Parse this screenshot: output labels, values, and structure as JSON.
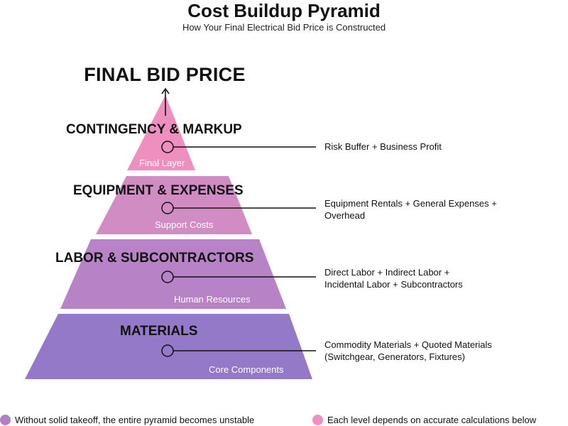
{
  "title": "Cost Buildup Pyramid",
  "subtitle": "How Your Final Electrical Bid Price is Constructed",
  "peak_label": "FINAL BID PRICE",
  "levels": [
    {
      "title": "CONTINGENCY &  MARKUP",
      "subtitle": "Final Layer",
      "description": [
        "Risk Buffer + Business Profit"
      ],
      "color": "#ef8fbf"
    },
    {
      "title": "EQUIPMENT & EXPENSES",
      "subtitle": "Support Costs",
      "description": [
        "Equipment Rentals + General Expenses +",
        "Overhead"
      ],
      "color": "#d28cc4"
    },
    {
      "title": "LABOR & SUBCONTRACTORS",
      "subtitle": "Human Resources",
      "description": [
        "Direct Labor + Indirect Labor +",
        "Incidental Labor + Subcontractors"
      ],
      "color": "#b783c6"
    },
    {
      "title": "MATERIALS",
      "subtitle": "Core Components",
      "description": [
        "Commodity Materials + Quoted Materials",
        "(Switchgear, Generators, Fixtures)"
      ],
      "color": "#9479c9"
    }
  ],
  "legend": [
    {
      "label": "Without solid takeoff, the entire pyramid becomes unstable",
      "color": "#b07fc5"
    },
    {
      "label": "Each level depends on accurate calculations below",
      "color": "#ef8fbf"
    }
  ]
}
